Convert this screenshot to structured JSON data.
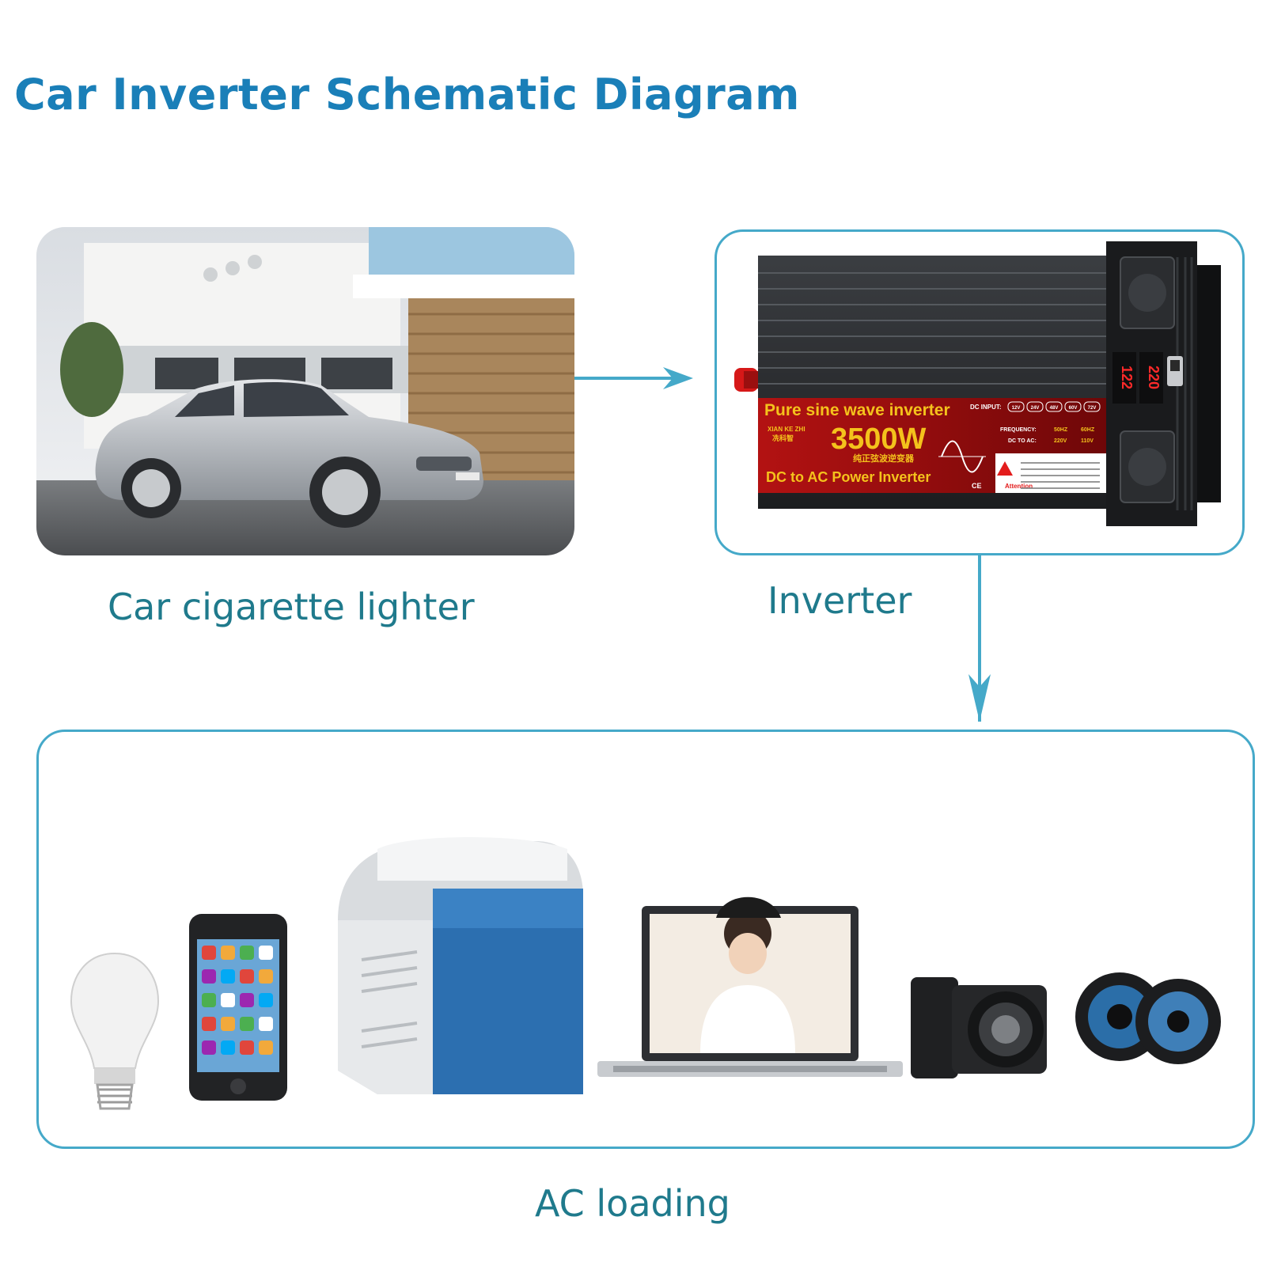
{
  "title": "Car Inverter Schematic Diagram",
  "labels": {
    "car": "Car cigarette lighter",
    "inverter": "Inverter",
    "ac": "AC loading"
  },
  "inverter_device": {
    "headline": "Pure sine wave inverter",
    "brand": "XIAN KE ZHI",
    "brand_cn": "冼科智",
    "power": "3500W",
    "subtitle_cn": "纯正弦波逆变器",
    "tagline": "DC to AC Power Inverter",
    "dc_input_label": "DC INPUT:",
    "dc_input_options": [
      "12V",
      "24V",
      "48V",
      "60V",
      "72V"
    ],
    "frequency_label": "FREQUENCY:",
    "frequency_options": [
      "50HZ",
      "60HZ"
    ],
    "dc_to_ac_label": "DC TO AC:",
    "dc_to_ac_options": [
      "220V",
      "110V"
    ],
    "warning_label": "Attention",
    "display_values": [
      "122",
      "220"
    ],
    "certification": "CE"
  },
  "colors": {
    "title": "#1a7fb8",
    "label": "#1f7a8c",
    "connector": "#45a9c9",
    "inverter_label_red": "#8a0f10",
    "inverter_gold": "#f4c21c"
  },
  "icons": [
    "car-photo",
    "arrow-right-icon",
    "arrow-down-icon",
    "light-bulb-icon",
    "smartphone-icon",
    "car-fridge-icon",
    "laptop-icon",
    "camera-icon",
    "speaker-icon"
  ]
}
